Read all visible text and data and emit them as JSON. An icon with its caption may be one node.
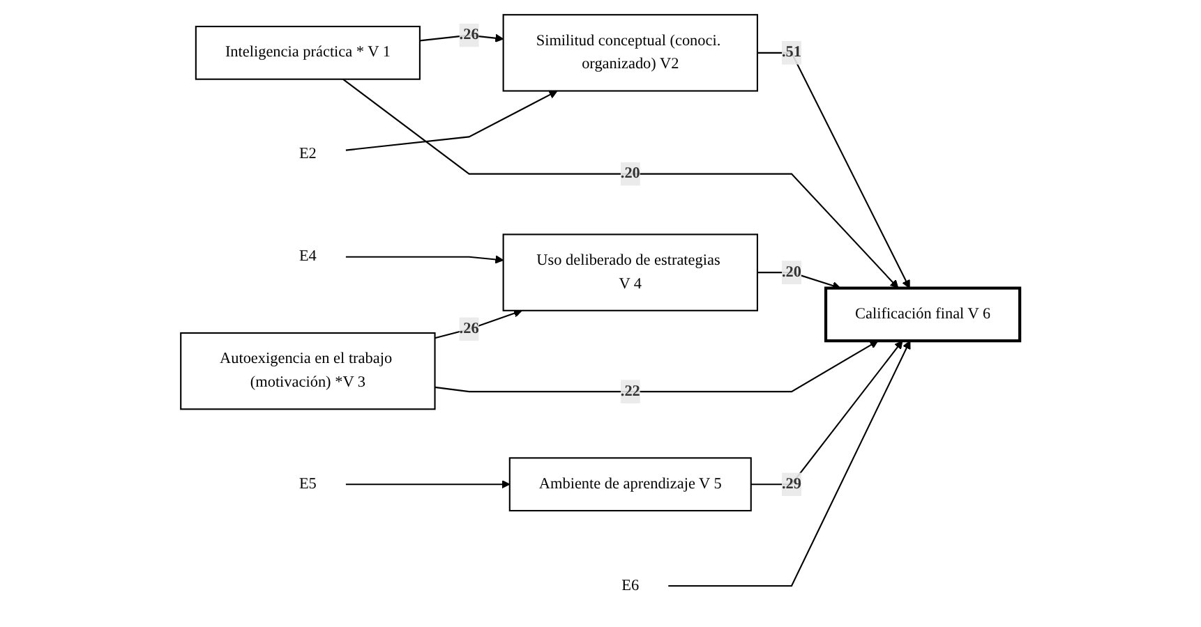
{
  "diagram": {
    "nodes": [
      {
        "text": [
          "Inteligencia práctica * V 1"
        ]
      },
      {
        "text": [
          "Similitud conceptual (conoci. organizado) V2"
        ]
      },
      {
        "text": [
          "E2"
        ]
      },
      {
        "text": [
          "Calificación final V 6"
        ]
      },
      {
        "text": [
          "Uso deliberado de estrategias V 4"
        ]
      },
      {
        "text": [
          "E4"
        ]
      },
      {
        "text": [
          "Autoexigencia en el trabajo (motivación) *V 3"
        ]
      },
      {
        "text": [
          "E6"
        ]
      },
      {
        "text": [
          "Ambiente de aprendizaje V 5"
        ]
      },
      {
        "text": [
          "E5"
        ]
      }
    ],
    "edges": [
      {
        "from": 0,
        "to": 1,
        "arrow": "to",
        "label": ".26"
      },
      {
        "from": 2,
        "to": 1,
        "arrow": "to"
      },
      {
        "from": 1,
        "to": 3,
        "arrow": "to",
        "label": ".51"
      },
      {
        "from": 0,
        "to": 3,
        "arrow": "to",
        "label": ".20"
      },
      {
        "from": 4,
        "to": 3,
        "arrow": "to",
        "label": ".20"
      },
      {
        "from": 5,
        "to": 4,
        "arrow": "to"
      },
      {
        "from": 6,
        "to": 4,
        "arrow": "to",
        "label": ".26"
      },
      {
        "from": 6,
        "to": 3,
        "arrow": "to",
        "label": ".22"
      },
      {
        "from": 8,
        "to": 3,
        "arrow": "to",
        "label": ".29"
      },
      {
        "from": 7,
        "to": 3,
        "arrow": "to"
      },
      {
        "from": 9,
        "to": 8,
        "arrow": "to"
      }
    ]
  }
}
